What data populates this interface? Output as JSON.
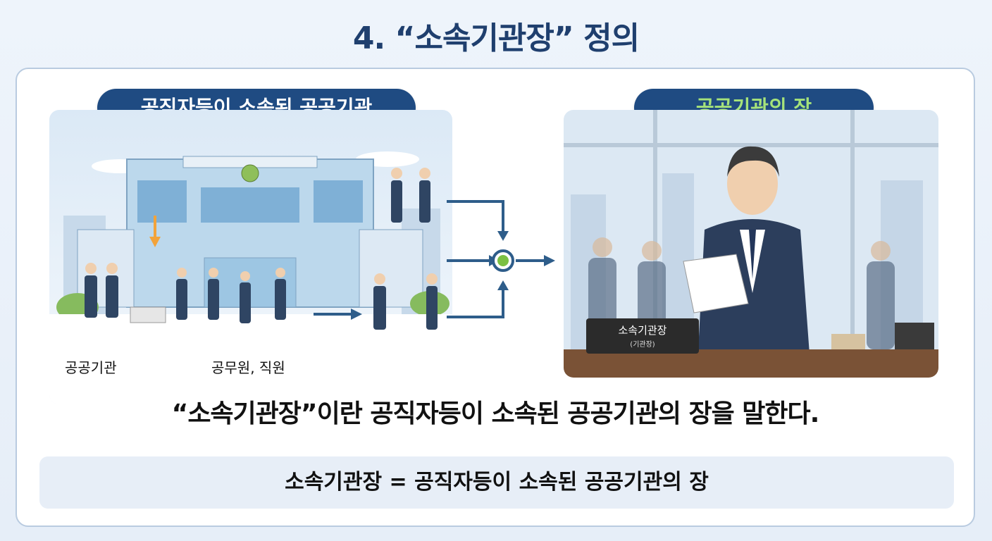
{
  "title": "4. “소속기관장” 정의",
  "left_panel": {
    "heading": "공직자등이 소속된 공공기관",
    "caption_agency": "공공기관",
    "caption_staff": "공무원, 직원"
  },
  "right_panel": {
    "heading": "공공기관의 장",
    "nameplate": "소속기관장",
    "nameplate_sub": "(기관장)"
  },
  "definition": "“소속기관장”이란 공직자등이 소속된 공공기관의 장을 말한다.",
  "formula": "소속기관장 = 공직자등이 소속된 공공기관의 장",
  "colors": {
    "title": "#1f3f6e",
    "pill_bg": "#1f4b82",
    "pill_right_text": "#a6e37a",
    "arrow": "#2e5d8a",
    "connector_dot": "#7bc043",
    "formula_bg": "#e7eef7"
  }
}
